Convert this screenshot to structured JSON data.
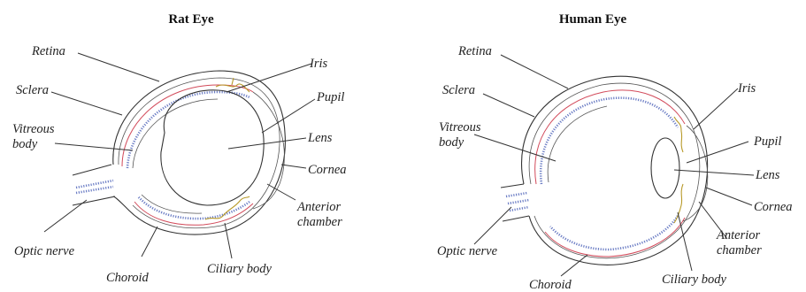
{
  "rat_eye": {
    "title": "Rat Eye",
    "labels": {
      "retina": "Retina",
      "sclera": "Sclera",
      "vitreous_line1": "Vitreous",
      "vitreous_line2": "body",
      "optic_nerve": "Optic nerve",
      "choroid": "Choroid",
      "iris": "Iris",
      "pupil": "Pupil",
      "lens": "Lens",
      "cornea": "Cornea",
      "anterior_line1": "Anterior",
      "anterior_line2": "chamber",
      "ciliary_body": "Ciliary body"
    }
  },
  "human_eye": {
    "title": "Human Eye",
    "labels": {
      "retina": "Retina",
      "sclera": "Sclera",
      "vitreous_line1": "Vitreous",
      "vitreous_line2": "body",
      "optic_nerve": "Optic nerve",
      "choroid": "Choroid",
      "iris": "Iris",
      "pupil": "Pupil",
      "lens": "Lens",
      "cornea": "Cornea",
      "anterior_line1": "Anterior",
      "anterior_line2": "chamber",
      "ciliary_body": "Ciliary body"
    }
  },
  "colors": {
    "choroid_layer": "#d24a5a",
    "retina_layer": "#6a7cc4",
    "ciliary_iris": "#b89a2a",
    "outline": "#333333"
  }
}
